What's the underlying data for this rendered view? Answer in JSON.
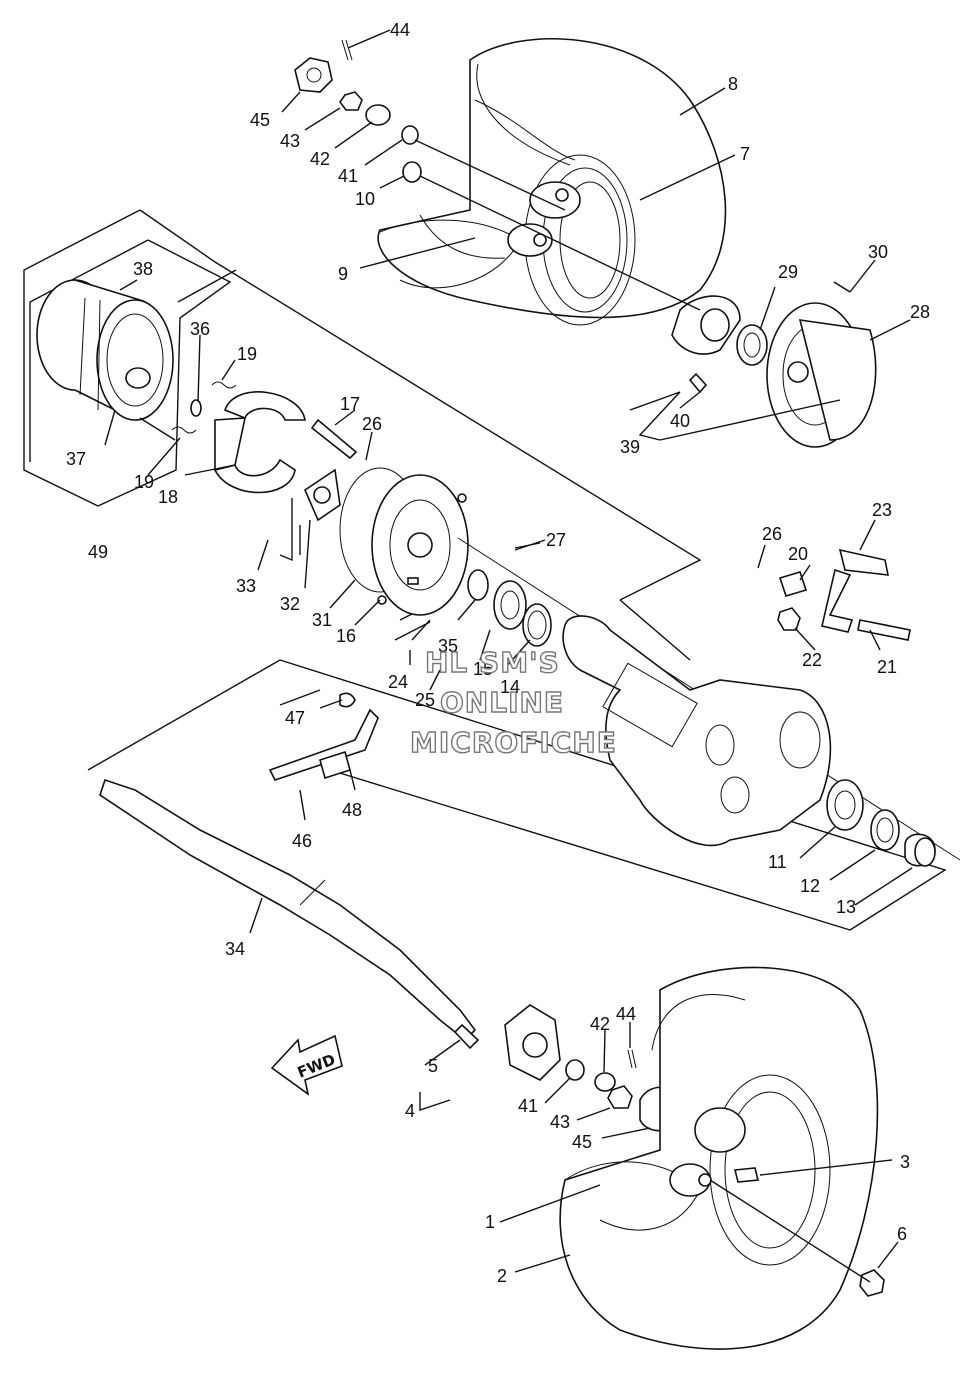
{
  "callouts": [
    {
      "id": "c1",
      "text": "1"
    },
    {
      "id": "c2",
      "text": "2"
    },
    {
      "id": "c3",
      "text": "3"
    },
    {
      "id": "c4",
      "text": "4"
    },
    {
      "id": "c5",
      "text": "5"
    },
    {
      "id": "c6",
      "text": "6"
    },
    {
      "id": "c7",
      "text": "7"
    },
    {
      "id": "c8",
      "text": "8"
    },
    {
      "id": "c9",
      "text": "9"
    },
    {
      "id": "c10",
      "text": "10"
    },
    {
      "id": "c11",
      "text": "11"
    },
    {
      "id": "c12",
      "text": "12"
    },
    {
      "id": "c13",
      "text": "13"
    },
    {
      "id": "c14",
      "text": "14"
    },
    {
      "id": "c15",
      "text": "15"
    },
    {
      "id": "c16",
      "text": "16"
    },
    {
      "id": "c17",
      "text": "17"
    },
    {
      "id": "c18",
      "text": "18"
    },
    {
      "id": "c19a",
      "text": "19"
    },
    {
      "id": "c19b",
      "text": "19"
    },
    {
      "id": "c20",
      "text": "20"
    },
    {
      "id": "c21",
      "text": "21"
    },
    {
      "id": "c22",
      "text": "22"
    },
    {
      "id": "c23",
      "text": "23"
    },
    {
      "id": "c24",
      "text": "24"
    },
    {
      "id": "c25",
      "text": "25"
    },
    {
      "id": "c26a",
      "text": "26"
    },
    {
      "id": "c26b",
      "text": "26"
    },
    {
      "id": "c27",
      "text": "27"
    },
    {
      "id": "c28",
      "text": "28"
    },
    {
      "id": "c29",
      "text": "29"
    },
    {
      "id": "c30",
      "text": "30"
    },
    {
      "id": "c31",
      "text": "31"
    },
    {
      "id": "c32",
      "text": "32"
    },
    {
      "id": "c33",
      "text": "33"
    },
    {
      "id": "c34",
      "text": "34"
    },
    {
      "id": "c35",
      "text": "35"
    },
    {
      "id": "c36",
      "text": "36"
    },
    {
      "id": "c37",
      "text": "37"
    },
    {
      "id": "c38",
      "text": "38"
    },
    {
      "id": "c39",
      "text": "39"
    },
    {
      "id": "c40",
      "text": "40"
    },
    {
      "id": "c41a",
      "text": "41"
    },
    {
      "id": "c41b",
      "text": "41"
    },
    {
      "id": "c42a",
      "text": "42"
    },
    {
      "id": "c42b",
      "text": "42"
    },
    {
      "id": "c43a",
      "text": "43"
    },
    {
      "id": "c43b",
      "text": "43"
    },
    {
      "id": "c44a",
      "text": "44"
    },
    {
      "id": "c44b",
      "text": "44"
    },
    {
      "id": "c45a",
      "text": "45"
    },
    {
      "id": "c45b",
      "text": "45"
    },
    {
      "id": "c46",
      "text": "46"
    },
    {
      "id": "c47",
      "text": "47"
    },
    {
      "id": "c48",
      "text": "48"
    },
    {
      "id": "c49",
      "text": "49"
    }
  ],
  "fwd_label": "FWD",
  "watermark": [
    "HL SM'S",
    "ONLINE",
    "MICROFICHE"
  ]
}
